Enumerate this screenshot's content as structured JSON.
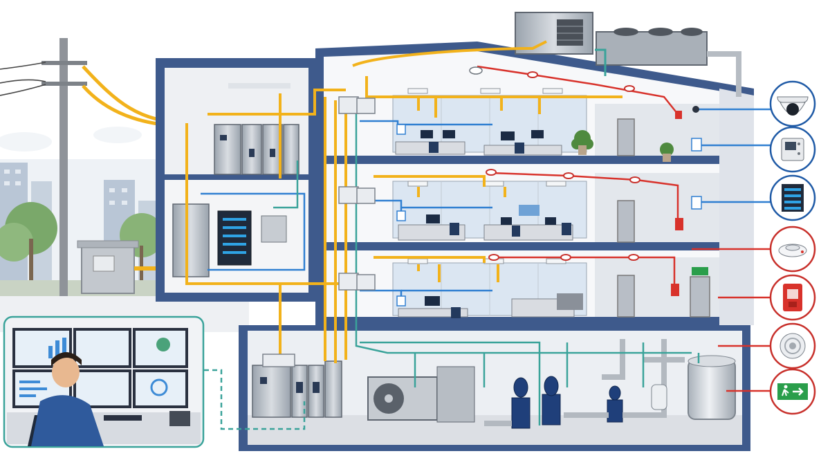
{
  "callouts": [
    {
      "id": "cctv",
      "icon": "cctv-camera-icon",
      "color": "#1f5aa6"
    },
    {
      "id": "intercom",
      "icon": "intercom-panel-icon",
      "color": "#1f5aa6"
    },
    {
      "id": "network",
      "icon": "network-switch-icon",
      "color": "#1f5aa6"
    },
    {
      "id": "smoke",
      "icon": "smoke-detector-icon",
      "color": "#c8302b"
    },
    {
      "id": "alarm",
      "icon": "fire-alarm-icon",
      "color": "#c8302b"
    },
    {
      "id": "speaker",
      "icon": "speaker-icon",
      "color": "#c8302b"
    },
    {
      "id": "exit",
      "icon": "exit-sign-icon",
      "color": "#c8302b"
    }
  ],
  "colors": {
    "power": "#f2b21b",
    "data": "#2f7fd1",
    "fire": "#d8322b",
    "hvac": "#3aa39a",
    "wall": "#3e5a8c",
    "room": "#f1f3f6",
    "sky": "#e9eef5"
  }
}
